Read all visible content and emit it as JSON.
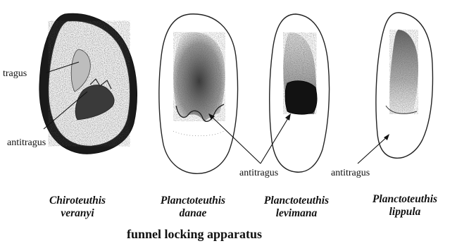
{
  "labels": {
    "tragus": "tragus",
    "antitragus_1": "antitragus",
    "antitragus_2": "antitragus",
    "antitragus_3": "antitragus"
  },
  "species": [
    {
      "genus": "Chiroteuthis",
      "epithet": "veranyi"
    },
    {
      "genus": "Planctoteuthis",
      "epithet": "danae"
    },
    {
      "genus": "Planctoteuthis",
      "epithet": "levimana"
    },
    {
      "genus": "Planctoteuthis",
      "epithet": "lippula"
    }
  ],
  "caption": "funnel locking apparatus",
  "colors": {
    "ink": "#111111",
    "stipple": "#222222",
    "paper": "#ffffff"
  }
}
